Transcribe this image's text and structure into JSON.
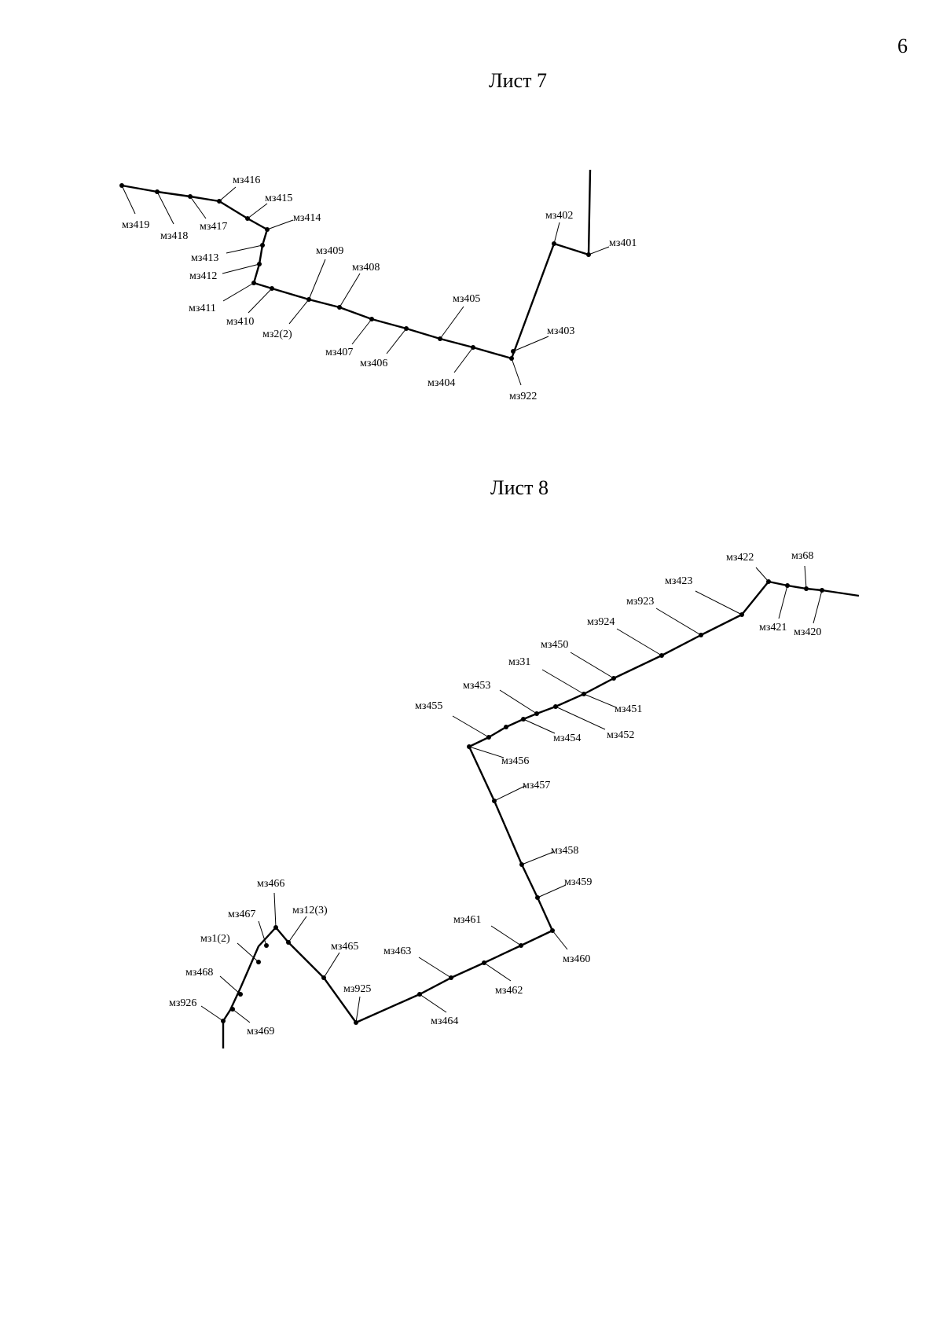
{
  "page_number": "6",
  "sheets": [
    {
      "title": "Лист 7",
      "points": [
        {
          "id": "p419",
          "label": "мз419"
        },
        {
          "id": "p418",
          "label": "мз418"
        },
        {
          "id": "p417",
          "label": "мз417"
        },
        {
          "id": "p416",
          "label": "мз416"
        },
        {
          "id": "p415",
          "label": "мз415"
        },
        {
          "id": "p414",
          "label": "мз414"
        },
        {
          "id": "p413",
          "label": "мз413"
        },
        {
          "id": "p412",
          "label": "мз412"
        },
        {
          "id": "p411",
          "label": "мз411"
        },
        {
          "id": "p410",
          "label": "мз410"
        },
        {
          "id": "p409",
          "label": "мз409"
        },
        {
          "id": "p32_2",
          "label": "мз2(2)"
        },
        {
          "id": "p408",
          "label": "мз408"
        },
        {
          "id": "p407",
          "label": "мз407"
        },
        {
          "id": "p406",
          "label": "мз406"
        },
        {
          "id": "p405",
          "label": "мз405"
        },
        {
          "id": "p404",
          "label": "мз404"
        },
        {
          "id": "p922",
          "label": "мз922"
        },
        {
          "id": "p403",
          "label": "мз403"
        },
        {
          "id": "p402",
          "label": "мз402"
        },
        {
          "id": "p401",
          "label": "мз401"
        }
      ]
    },
    {
      "title": "Лист 8",
      "points": [
        {
          "id": "p422",
          "label": "мз422"
        },
        {
          "id": "p368",
          "label": "мз68"
        },
        {
          "id": "p423",
          "label": "мз423"
        },
        {
          "id": "p421",
          "label": "мз421"
        },
        {
          "id": "p420",
          "label": "мз420"
        },
        {
          "id": "p923",
          "label": "мз923"
        },
        {
          "id": "p924",
          "label": "мз924"
        },
        {
          "id": "p450",
          "label": "мз450"
        },
        {
          "id": "p31",
          "label": "мз31"
        },
        {
          "id": "p451",
          "label": "мз451"
        },
        {
          "id": "p453",
          "label": "мз453"
        },
        {
          "id": "p452",
          "label": "мз452"
        },
        {
          "id": "p454",
          "label": "мз454"
        },
        {
          "id": "p455",
          "label": "мз455"
        },
        {
          "id": "p456",
          "label": "мз456"
        },
        {
          "id": "p457",
          "label": "мз457"
        },
        {
          "id": "p458",
          "label": "мз458"
        },
        {
          "id": "p459",
          "label": "мз459"
        },
        {
          "id": "p460",
          "label": "мз460"
        },
        {
          "id": "p461",
          "label": "мз461"
        },
        {
          "id": "p462",
          "label": "мз462"
        },
        {
          "id": "p463",
          "label": "мз463"
        },
        {
          "id": "p464",
          "label": "мз464"
        },
        {
          "id": "p925",
          "label": "мз925"
        },
        {
          "id": "p465",
          "label": "мз465"
        },
        {
          "id": "p312_3",
          "label": "мз12(3)"
        },
        {
          "id": "p466",
          "label": "мз466"
        },
        {
          "id": "p467",
          "label": "мз467"
        },
        {
          "id": "p31_2",
          "label": "мз1(2)"
        },
        {
          "id": "p468",
          "label": "мз468"
        },
        {
          "id": "p926",
          "label": "мз926"
        },
        {
          "id": "p469",
          "label": "мз469"
        }
      ]
    }
  ]
}
